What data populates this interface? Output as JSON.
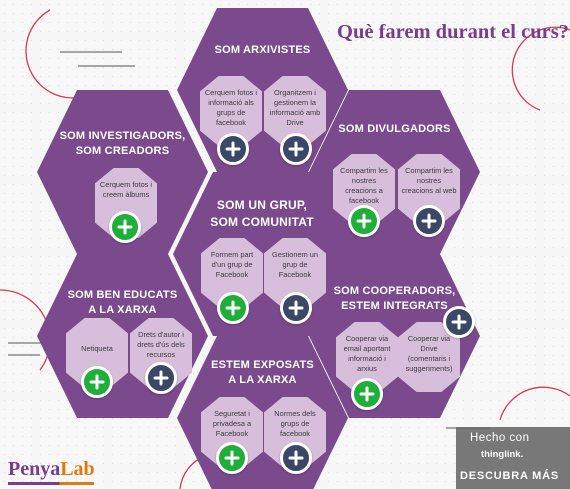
{
  "page_title": "Què farem durant el curs?",
  "colors": {
    "hexagon": "#7b4a8d",
    "hexagon_light": "#8d5c9f",
    "card": "#d7bfdc",
    "plus_green": "#1fae3a",
    "plus_dark": "#3a4766",
    "title_purple": "#7a3d8c",
    "accent_orange": "#e07a10",
    "deco_red": "#d93a4a"
  },
  "hexagons": [
    {
      "title_lines": [
        "SOM ARXIVISTES"
      ],
      "items": [
        {
          "label": "Cerquem fotos i informació als grups de facebook",
          "icon": "plus-icon",
          "color": "dark"
        },
        {
          "label": "Organitzem i gestionem la informació amb Drive",
          "icon": "plus-icon",
          "color": "dark"
        }
      ]
    },
    {
      "title_lines": [
        "SOM INVESTIGADORS,",
        "SOM CREADORS"
      ],
      "items": [
        {
          "label": "Cerquem fotos i creem àlbums",
          "icon": "plus-icon",
          "color": "green"
        }
      ]
    },
    {
      "title_lines": [
        "SOM DIVULGADORS"
      ],
      "items": [
        {
          "label": "Compartim les nostres creacions a facebook",
          "icon": "plus-icon",
          "color": "green"
        },
        {
          "label": "Compartim les nostres creacions al web",
          "icon": "plus-icon",
          "color": "dark"
        }
      ]
    },
    {
      "title_lines": [
        "SOM UN GRUP,",
        "SOM COMUNITAT"
      ],
      "items": [
        {
          "label": "Formem part d'un grup de Facebook",
          "icon": "plus-icon",
          "color": "green"
        },
        {
          "label": "Gestionem un grup de Facebook",
          "icon": "plus-icon",
          "color": "dark"
        }
      ]
    },
    {
      "title_lines": [
        "SOM BEN EDUCATS",
        "A LA XARXA"
      ],
      "items": [
        {
          "label": "Netiqueta",
          "icon": "plus-icon",
          "color": "green"
        },
        {
          "label": "Drets d'autor i drets d'ús dels recursos",
          "icon": "plus-icon",
          "color": "dark"
        }
      ]
    },
    {
      "title_lines": [
        "SOM COOPERADORS,",
        "ESTEM INTEGRATS"
      ],
      "items": [
        {
          "label": "Cooperar via email aportant informació i arxius",
          "icon": "plus-icon",
          "color": "green"
        },
        {
          "label": "Cooperar via Drive (comentaris i suggeriments)",
          "icon": "plus-icon",
          "color": "dark"
        }
      ]
    },
    {
      "title_lines": [
        "ESTEM EXPOSATS",
        "A LA XARXA"
      ],
      "items": [
        {
          "label": "Seguretat i privadesa a Facebook",
          "icon": "plus-icon",
          "color": "green"
        },
        {
          "label": "Normes dels grups de facebook",
          "icon": "plus-icon",
          "color": "dark"
        }
      ]
    }
  ],
  "logo": {
    "part1": "Penya",
    "part2": "Lab"
  },
  "badge": {
    "made_with": "Hecho con",
    "brand": "thinglink.",
    "cta": "DESCUBRA MÁS"
  }
}
